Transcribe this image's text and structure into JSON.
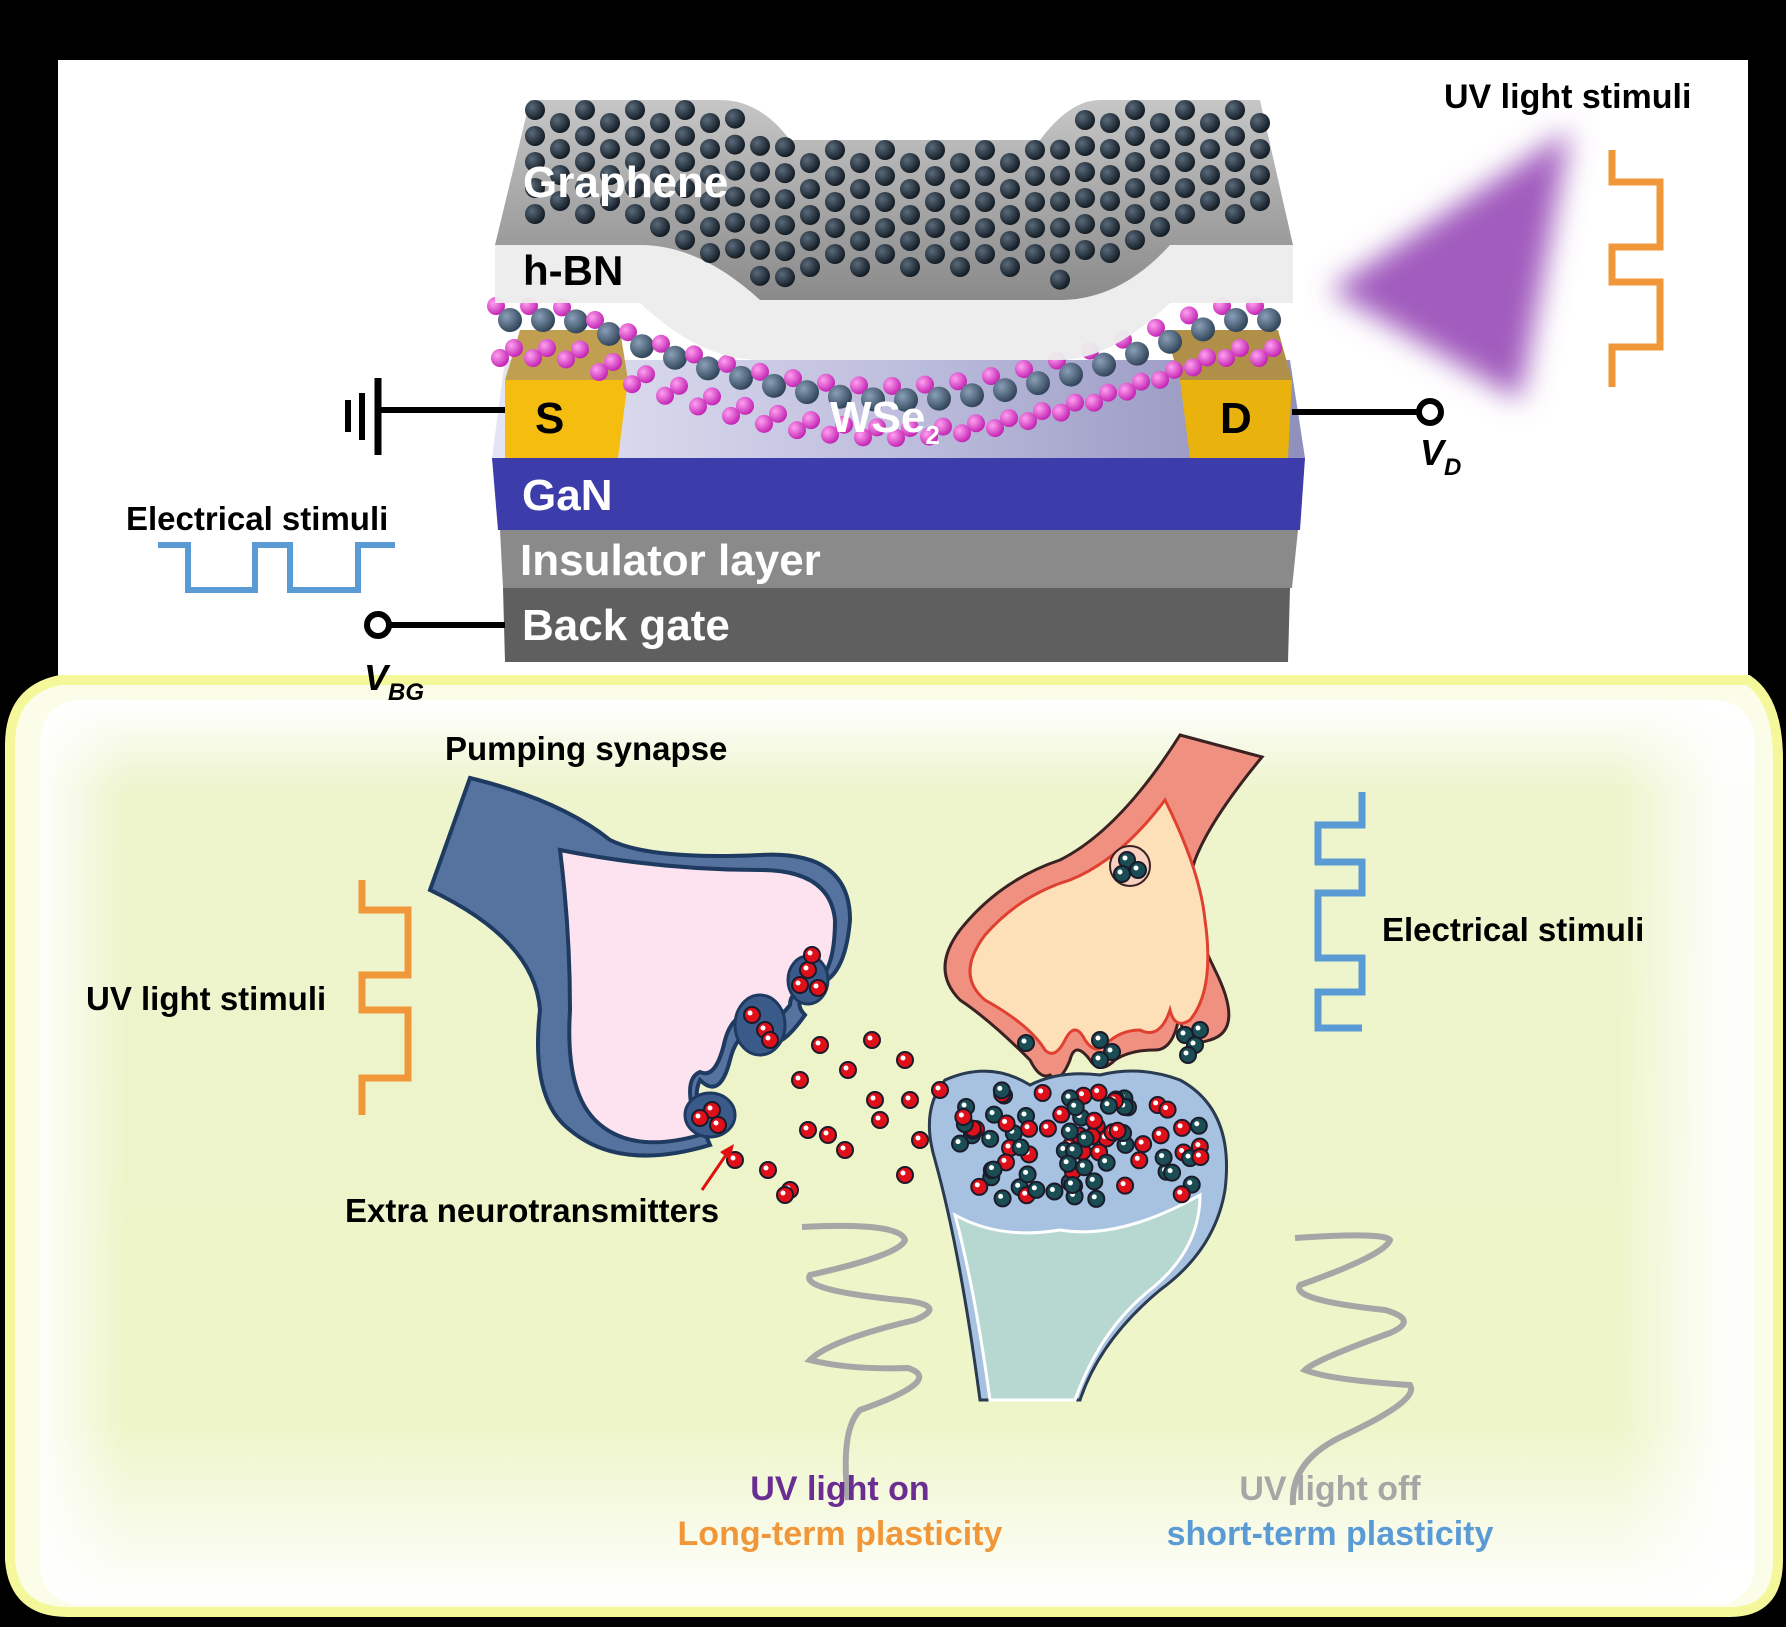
{
  "device": {
    "layers": {
      "graphene": "Graphene",
      "hbn": "h-BN",
      "wse2_main": "WSe",
      "wse2_sub": "2",
      "gan": "GaN",
      "insulator": "Insulator layer",
      "back_gate": "Back gate"
    },
    "electrodes": {
      "source": "S",
      "drain": "D"
    },
    "terminals": {
      "vd_main": "V",
      "vd_sub": "D",
      "vbg_main": "V",
      "vbg_sub": "BG"
    },
    "uv_stimuli_label": "UV light stimuli",
    "electrical_stimuli_label": "Electrical stimuli"
  },
  "synapse": {
    "title": "Pumping synapse",
    "uv_stimuli_label": "UV light stimuli",
    "electrical_stimuli_label": "Electrical stimuli",
    "extra_label": "Extra neurotransmitters",
    "uv_on": "UV light on",
    "ltp": "Long-term plasticity",
    "uv_off": "UV light off",
    "stp": "short-term plasticity"
  },
  "colors": {
    "uv_purple": "#a15cbd",
    "uv_pulse_orange": "#f0973a",
    "electrical_blue": "#5b9bd5",
    "uv_on_text": "#6a2d91",
    "ltp_text": "#f0973a",
    "uv_off_text": "#a6a6a6",
    "stp_text": "#5b9bd5",
    "gan_blue": "#3c3caa",
    "electrode_gold": "#f2b80d",
    "presynaptic_blue": "#4f6f9f",
    "postsynaptic_red": "#f08e7e",
    "neurotransmitter_red": "#e0101a",
    "neurotransmitter_teal": "#1b4d55"
  }
}
